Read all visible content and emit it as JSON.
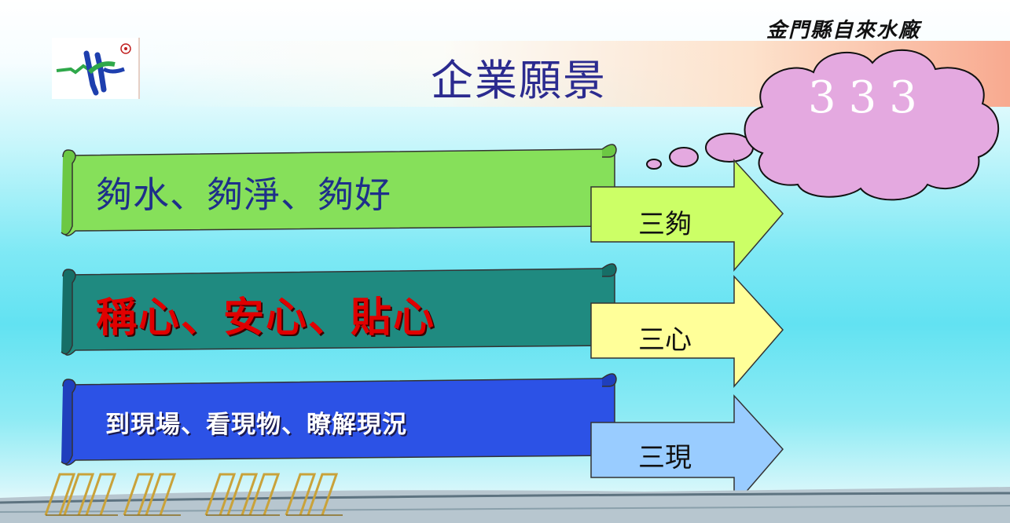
{
  "header": {
    "title": "企業願景",
    "company": "金門縣自來水廠",
    "cloud_text": "333"
  },
  "scrolls": [
    {
      "text": "夠水、夠淨、夠好",
      "color": "#86e05a"
    },
    {
      "text": "稱心、安心、貼心",
      "color": "#1f8a80"
    },
    {
      "text": "到現場、看現物、瞭解現況",
      "color": "#2c52e6"
    }
  ],
  "arrows": [
    {
      "label": "三夠",
      "color": "#ccff66"
    },
    {
      "label": "三心",
      "color": "#ffff99"
    },
    {
      "label": "三現",
      "color": "#99ccff"
    }
  ]
}
